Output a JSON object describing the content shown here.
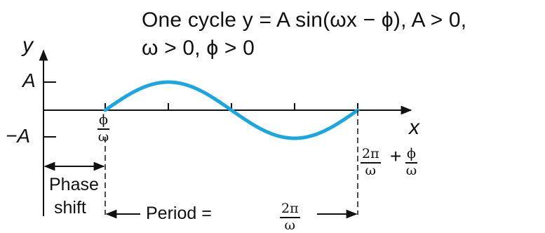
{
  "title": {
    "line1": "One cycle y = A sin(ωx − ϕ), A > 0,",
    "line2": "ω > 0, ϕ > 0"
  },
  "axes": {
    "y_label": "y",
    "x_label": "x",
    "y_top": "A",
    "y_bottom": "−A"
  },
  "start_label": {
    "num": "ϕ",
    "den": "ω"
  },
  "end_label": {
    "frac1_num": "2π",
    "frac1_den": "ω",
    "plus": "+",
    "frac2_num": "ϕ",
    "frac2_den": "ω"
  },
  "phase_shift": {
    "line1": "Phase",
    "line2": "shift"
  },
  "period": {
    "text": "Period =",
    "num": "2π",
    "den": "ω"
  },
  "colors": {
    "curve": "#1aa7df",
    "ink": "#111111"
  }
}
